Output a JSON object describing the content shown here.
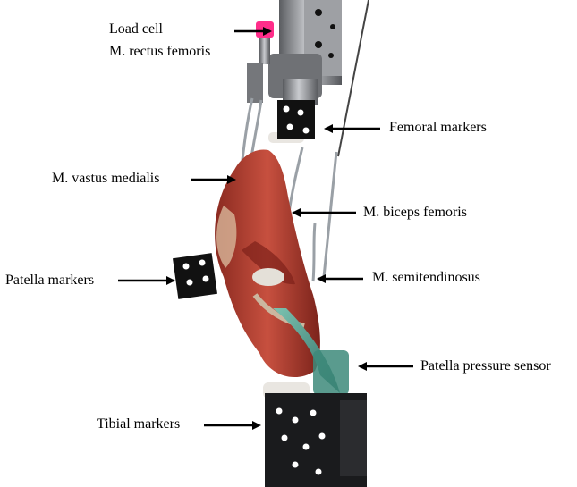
{
  "labels": {
    "load_cell_line1": "Load cell",
    "load_cell_line2": "M. rectus femoris",
    "femoral_markers": "Femoral markers",
    "vastus_medialis": "M. vastus medialis",
    "biceps_femoris": "M. biceps femoris",
    "patella_markers": "Patella markers",
    "semitendinosus": "M. semitendinosus",
    "patella_pressure_sensor": "Patella pressure sensor",
    "tibial_markers": "Tibial markers"
  },
  "colors": {
    "tissue": "#b33a2e",
    "tissue_dark": "#7e2119",
    "fat": "#d8b79a",
    "metal": "#8b8d90",
    "metal_dark": "#3c3e42",
    "marker_block": "#111111",
    "load_cell": "#ff2d8a",
    "sensor": "#4f9c8c"
  }
}
